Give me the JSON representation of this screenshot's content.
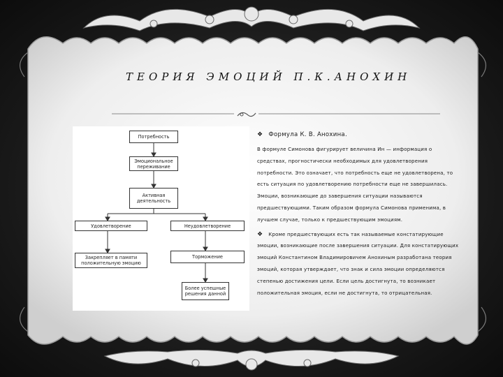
{
  "slide": {
    "title": "ТЕОРИЯ ЭМОЦИЙ П.К.АНОХИН",
    "bullet_glyph": "❖",
    "heading": "Формула К. В. Анохина.",
    "paragraph1": "В формуле Симонова фигурирует величина Ин — информация о средствах, прогностически необходимых для удовлетворения потребности. Это означает, что потребность еще не удовлетворена, то есть ситуация по удовлетворению потребности еще не завершилась. Эмоции, возникающие до завершения ситуации называются предшествующими. Таким образом формула Симонова применима, в лучшем случае, только к предшествующим эмоциям.",
    "paragraph2": "Кроме предшествующих есть так называемые констатирующие эмоции, возникающие после завершения ситуации. Для констатирующих эмоций Константином Владимировичем Анохиным разработана теория эмоций, которая утверждает, что знак и сила эмоции определяются степенью достижения цели. Если цель достигнута, то возникает положительная эмоция, если не достигнута, то отрицательная."
  },
  "diagram": {
    "need": "Потребность",
    "emotional_experience": "Эмоциональное переживание",
    "active_activity": "Активная деятельность",
    "satisfaction": "Удовлетворение",
    "dissatisfaction": "Неудовлетворение",
    "fixed_in_memory": "Закрепляет в памяти положительную эмоцию",
    "inhibition": "Торможение",
    "more_successful": "Более успешные решения данной"
  },
  "colors": {
    "background": "#1c1c1c",
    "panel": "#eeeeee",
    "text": "#111111"
  }
}
